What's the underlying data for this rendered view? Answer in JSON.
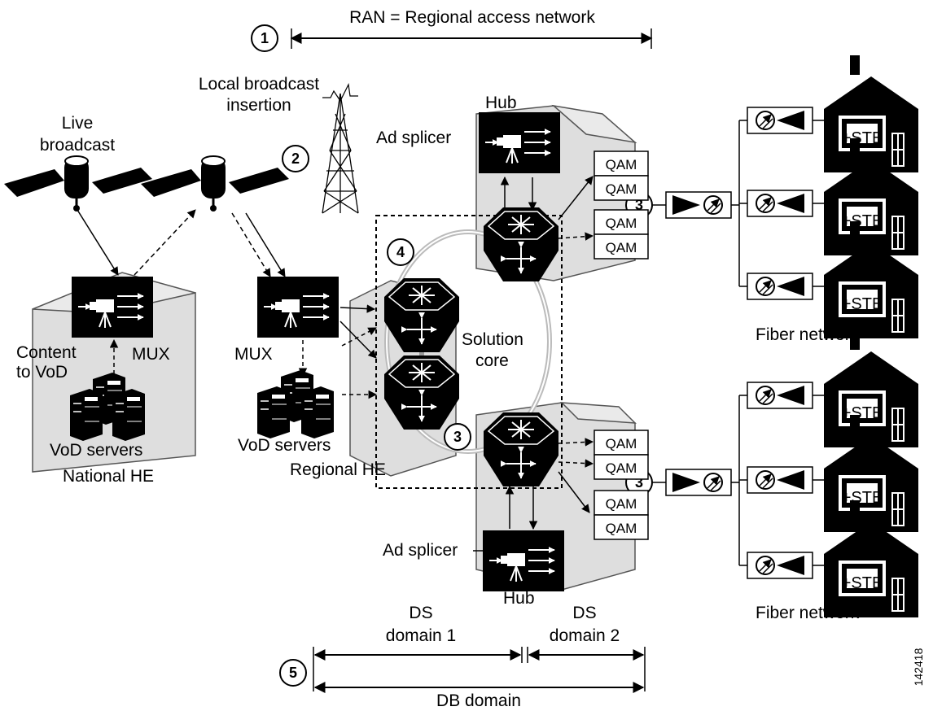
{
  "labels": {
    "ran": "RAN = Regional access network",
    "local_broadcast_line1": "Local broadcast",
    "local_broadcast_line2": "insertion",
    "live_broadcast_line1": "Live",
    "live_broadcast_line2": "broadcast",
    "hub_top": "Hub",
    "hub_bottom": "Hub",
    "ad_splicer_top": "Ad splicer",
    "ad_splicer_bottom": "Ad splicer",
    "mux_national": "MUX",
    "mux_regional": "MUX",
    "content_line1": "Content",
    "content_line2": "to VoD",
    "vod_national": "VoD servers",
    "vod_regional": "VoD servers",
    "national_he": "National HE",
    "regional_he": "Regional HE",
    "solution_core_line1": "Solution",
    "solution_core_line2": "core",
    "fiber_top": "Fiber network",
    "fiber_bottom": "Fiber network",
    "ds1_line1": "DS",
    "ds1_line2": "domain 1",
    "ds2_line1": "DS",
    "ds2_line2": "domain 2",
    "db_domain": "DB domain",
    "figure_id": "142418"
  },
  "callouts": [
    "1",
    "2",
    "3",
    "4",
    "5"
  ],
  "qam_label": "QAM",
  "stb_label": "+STB",
  "colors": {
    "device": "#000000",
    "building_fill": "#dedede",
    "building_stroke": "#555555",
    "ring": "#bbbbbb",
    "background": "#ffffff"
  }
}
